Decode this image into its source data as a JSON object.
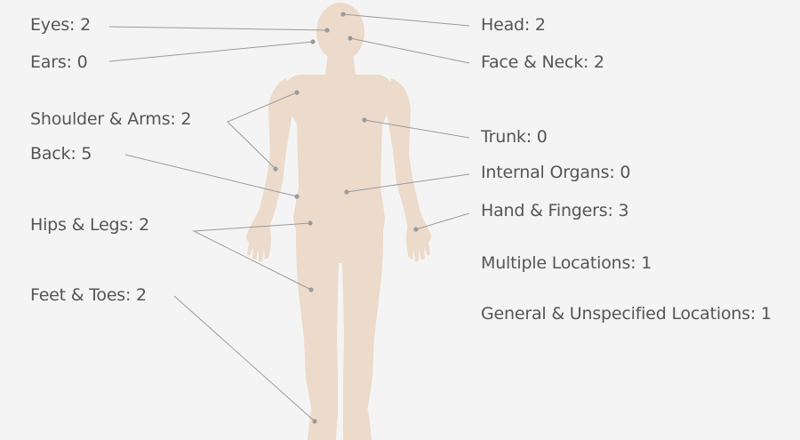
{
  "colors": {
    "background": "#f4f4f4",
    "body_fill": "#ecdacb",
    "leader_line": "#9b9b9b",
    "label_text": "#555555"
  },
  "labels": {
    "eyes": "Eyes: 2",
    "ears": "Ears: 0",
    "shoulder_arms": "Shoulder & Arms: 2",
    "back": "Back: 5",
    "hips_legs": "Hips & Legs: 2",
    "feet_toes": "Feet & Toes: 2",
    "head": "Head: 2",
    "face_neck": "Face & Neck: 2",
    "trunk": "Trunk: 0",
    "internal_organs": "Internal Organs: 0",
    "hand_fingers": "Hand & Fingers: 3",
    "multiple_locations": "Multiple Locations: 1",
    "general_unspecified": "General & Unspecified Locations: 1"
  }
}
